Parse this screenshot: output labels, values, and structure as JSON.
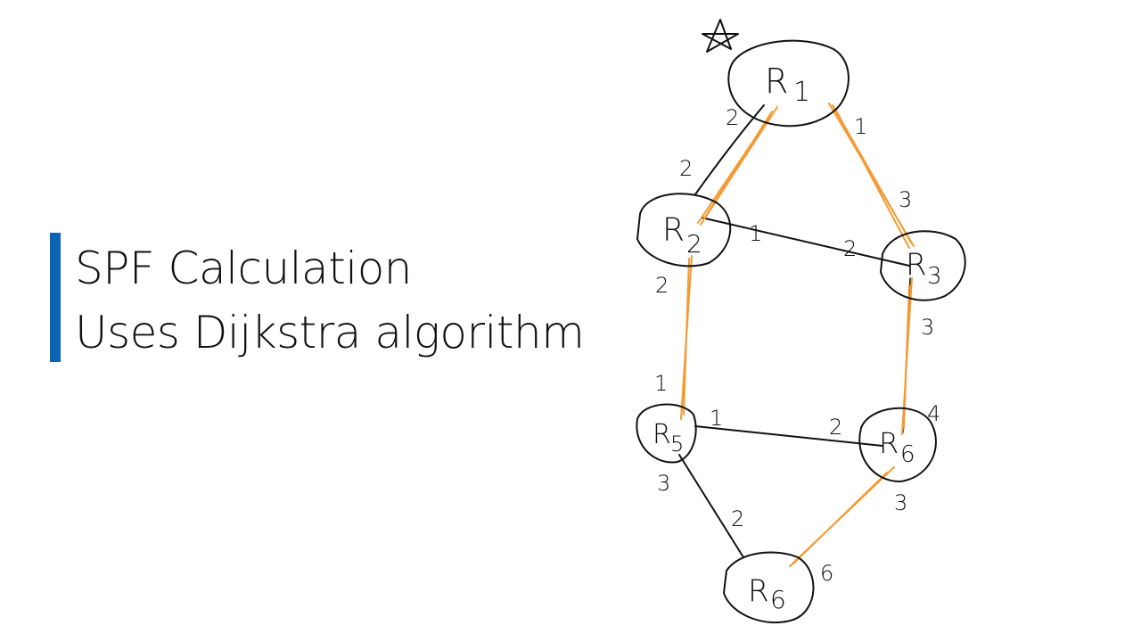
{
  "slide": {
    "title_line1": "SPF Calculation",
    "title_line2": "Uses Dijkstra algorithm",
    "accent_color": "#0b63b3",
    "path_color": "#f39a33"
  },
  "diagram": {
    "nodes": [
      {
        "id": "r1",
        "label": "R",
        "sub": "1",
        "root": true
      },
      {
        "id": "r2",
        "label": "R",
        "sub": "2"
      },
      {
        "id": "r3",
        "label": "R",
        "sub": "3"
      },
      {
        "id": "r5",
        "label": "R",
        "sub": "5"
      },
      {
        "id": "r6a",
        "label": "R",
        "sub": "6"
      },
      {
        "id": "r6b",
        "label": "R",
        "sub": "6"
      }
    ],
    "weights": [
      "2",
      "2",
      "1",
      "3",
      "1",
      "2",
      "2",
      "3",
      "1",
      "1",
      "2",
      "4",
      "3",
      "2",
      "3",
      "6"
    ]
  }
}
